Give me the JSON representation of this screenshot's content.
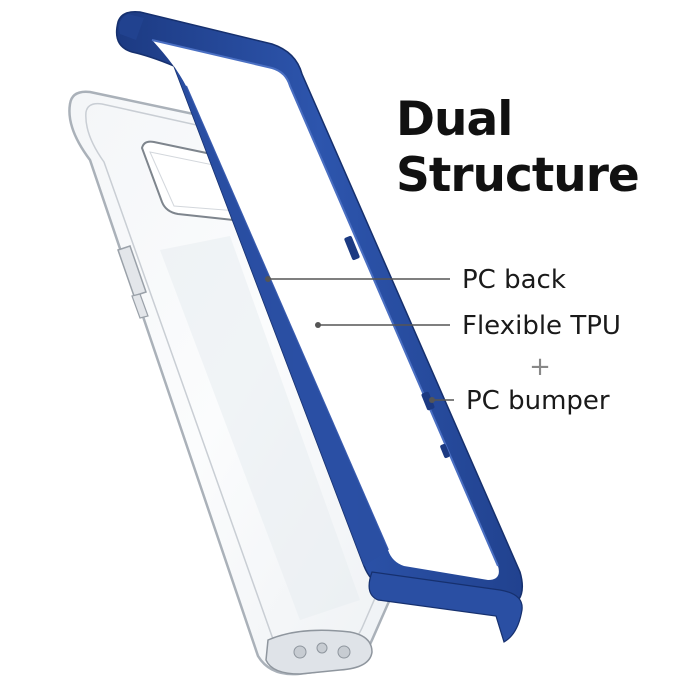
{
  "headline": {
    "line1": "Dual",
    "line2": "Structure"
  },
  "callouts": {
    "pc_back": "PC back",
    "flexible_tpu": "Flexible TPU",
    "plus": "+",
    "pc_bumper": "PC bumper"
  },
  "colors": {
    "bumper_blue": "#2a4fa3",
    "bumper_blue_dark": "#1c3a82",
    "clear_shell_edge": "#b9bfc6",
    "text": "#111111",
    "leader_line": "#555555"
  }
}
